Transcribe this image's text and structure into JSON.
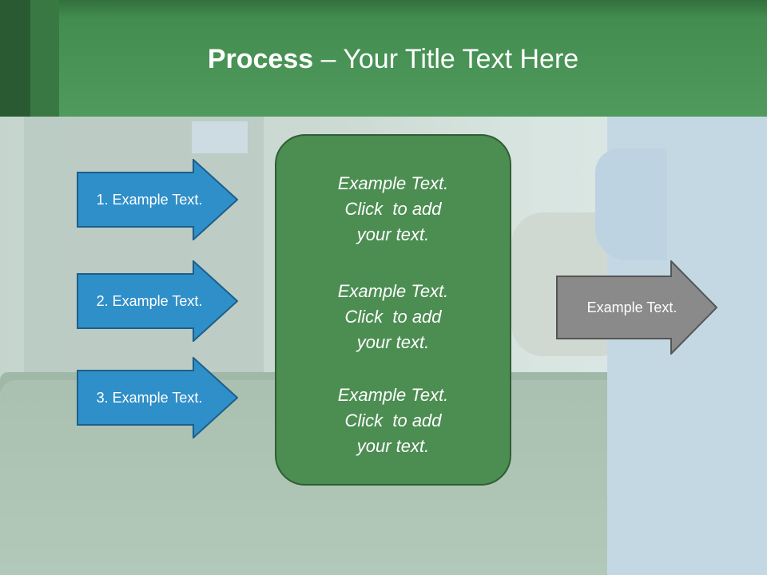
{
  "header": {
    "title_bold": "Process",
    "title_rest": " – Your Title Text Here",
    "colors": {
      "band": "#4f9a5c",
      "dark_block": "#2a5a32"
    }
  },
  "left_arrows": [
    {
      "label": "1. Example Text."
    },
    {
      "label": "2. Example Text."
    },
    {
      "label": "3. Example Text."
    }
  ],
  "center_box": {
    "paragraphs": [
      [
        "Example Text.",
        "Click  to add",
        "your text."
      ],
      [
        "Example Text.",
        "Click  to add",
        "your text."
      ],
      [
        "Example Text.",
        "Click  to add",
        "your text."
      ]
    ],
    "color": "#4c8d52"
  },
  "right_arrow": {
    "label": "Example Text.",
    "color": "#8a8a8a"
  },
  "colors": {
    "blue_arrow": "#2f8fc9",
    "blue_arrow_border": "#1d5f8a"
  }
}
